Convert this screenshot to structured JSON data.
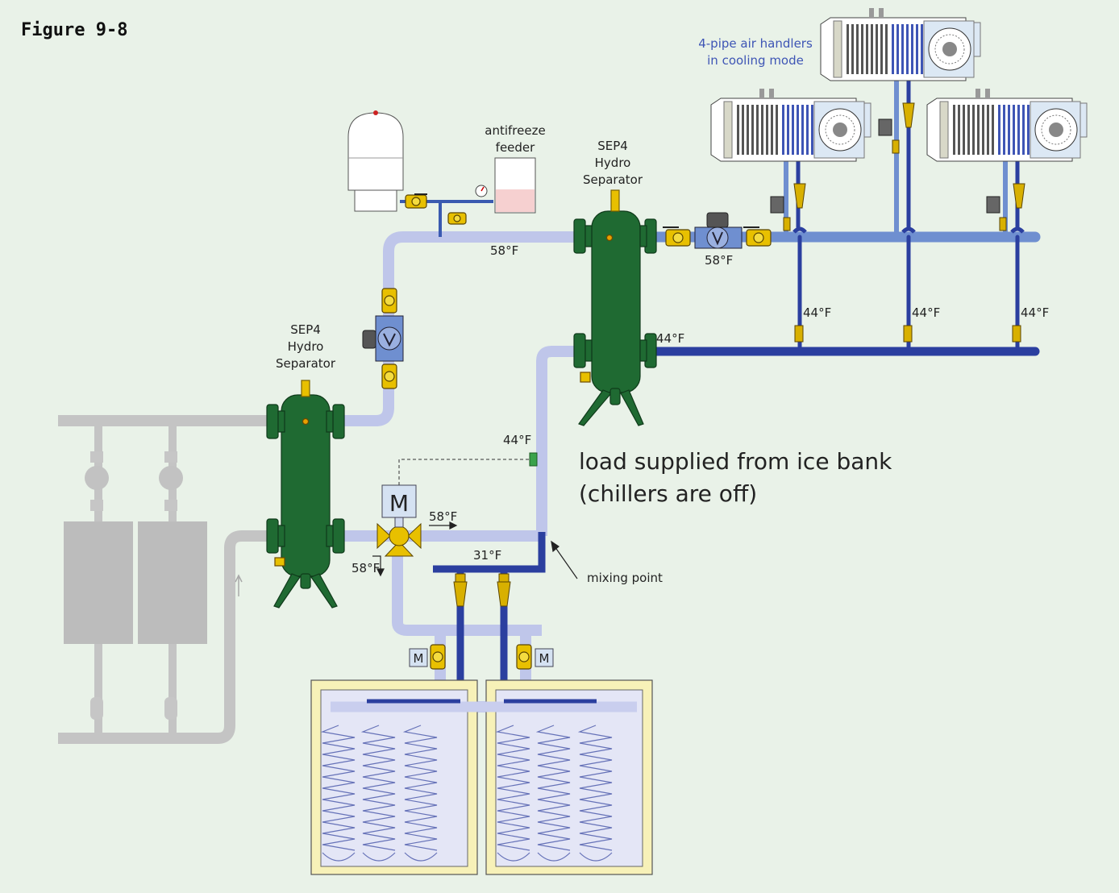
{
  "figure_label": "Figure 9-8",
  "labels": {
    "air_handlers": [
      "4-pipe air handlers",
      "in cooling mode"
    ],
    "antifreeze": [
      "antifreeze",
      "feeder"
    ],
    "sep_right": [
      "SEP4",
      "Hydro",
      "Separator"
    ],
    "sep_left": [
      "SEP4",
      "Hydro",
      "Separator"
    ],
    "headline": [
      "load supplied from ice bank",
      "(chillers are off)"
    ],
    "mixing_point": "mixing point",
    "motor": "M"
  },
  "temperatures": {
    "t_top_supply": "58°F",
    "t_circ": "58°F",
    "t_return_sep": "44°F",
    "t_branch1": "44°F",
    "t_branch2": "44°F",
    "t_branch3": "44°F",
    "t_sensor": "44°F",
    "t_valve_in": "58°F",
    "t_valve_down": "58°F",
    "t_ice_out": "31°F"
  },
  "colors": {
    "background": "#e9f2e8",
    "warm_pipe": "#bfc6ea",
    "mid_pipe": "#6f8fd0",
    "cold_pipe": "#2b3f9f",
    "separator": "#1f6a32",
    "valve": "#e8c000",
    "boiler": "#bdbdbd",
    "tank_border": "#f7f1b8",
    "label_blue": "#3e55b5"
  }
}
